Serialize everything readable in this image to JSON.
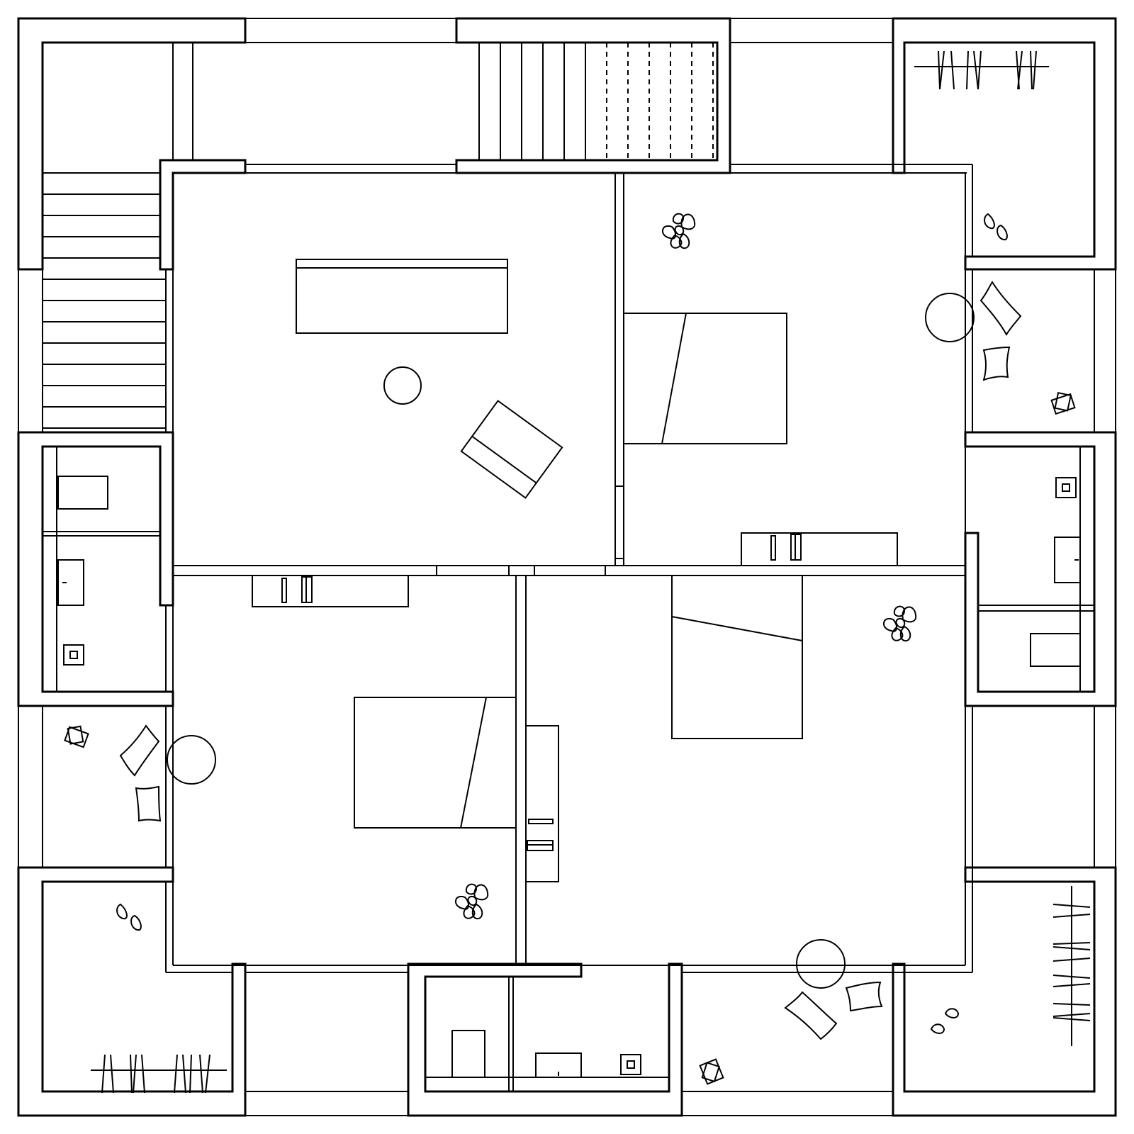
{
  "diagram": {
    "type": "floor-plan",
    "colors": {
      "background": "#ffffff",
      "line": "#000000"
    },
    "rooms": [
      {
        "id": "room-north-west",
        "contents": [
          "table",
          "round-stool",
          "armchair"
        ]
      },
      {
        "id": "room-north-east",
        "contents": [
          "bed",
          "dresser",
          "plant"
        ]
      },
      {
        "id": "room-south-west",
        "contents": [
          "bed",
          "dresser",
          "plant"
        ]
      },
      {
        "id": "room-south-east",
        "contents": [
          "bed",
          "dresser",
          "plant"
        ]
      }
    ],
    "bathrooms": 3,
    "stairs": 2,
    "labels": []
  }
}
